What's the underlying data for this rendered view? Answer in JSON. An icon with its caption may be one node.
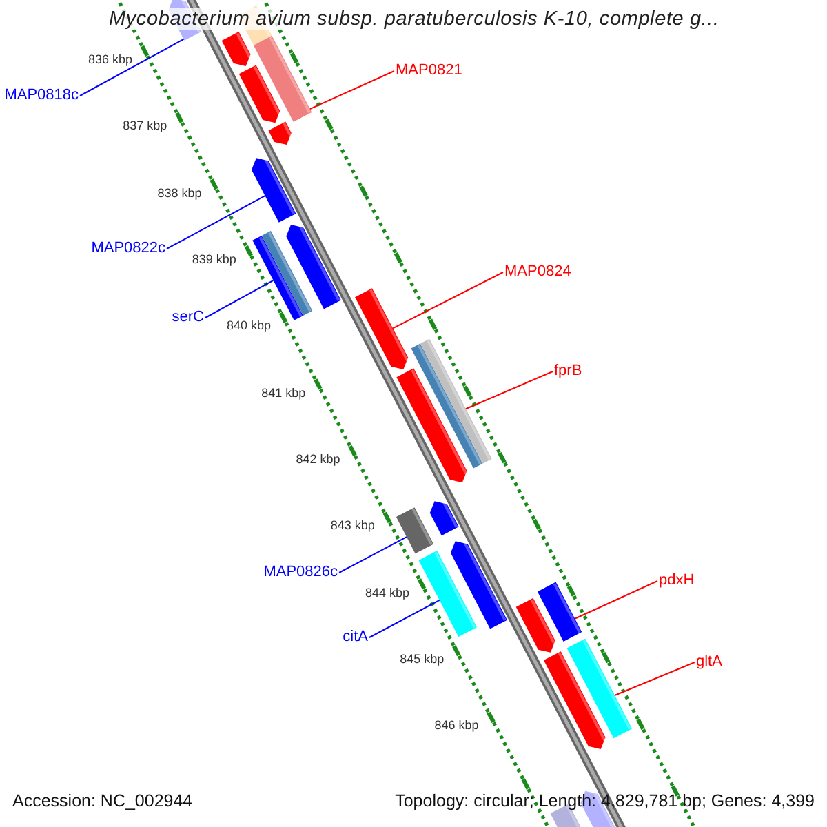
{
  "diagram": {
    "title": "Mycobacterium avium subsp. paratuberculosis K-10, complete g...",
    "nodes": [
      {
        "text": [
          "MAP0821"
        ]
      },
      {
        "text": [
          "MAP0818c"
        ]
      },
      {
        "text": [
          "MAP0822c"
        ]
      },
      {
        "text": [
          "MAP0824"
        ]
      },
      {
        "text": [
          "serC"
        ]
      },
      {
        "text": [
          "fprB"
        ]
      },
      {
        "text": [
          "MAP0826c"
        ]
      },
      {
        "text": [
          "pdxH"
        ]
      },
      {
        "text": [
          "citA"
        ]
      },
      {
        "text": [
          "gltA"
        ]
      },
      {
        "text": [],
        "shape": "bar"
      },
      {
        "text": [],
        "shape": "bar"
      },
      {
        "text": [],
        "shape": "bar"
      },
      {
        "text": [],
        "shape": "bar"
      },
      {
        "text": [],
        "shape": "bar"
      },
      {
        "text": [],
        "shape": "bar"
      },
      {
        "text": [],
        "shape": "bar"
      },
      {
        "text": [],
        "shape": "bar"
      },
      {
        "text": [],
        "shape": "bar"
      },
      {
        "text": [],
        "shape": "bar"
      },
      {
        "text": [],
        "shape": "bar"
      },
      {
        "text": [],
        "shape": "bar"
      },
      {
        "text": [],
        "shape": "bar"
      },
      {
        "text": [],
        "shape": "bar"
      },
      {
        "text": [],
        "shape": "bar"
      },
      {
        "text": [],
        "shape": "bar"
      },
      {
        "text": [],
        "shape": "bar"
      },
      {
        "text": [],
        "shape": "bar"
      },
      {
        "text": [],
        "shape": "bar"
      },
      {
        "text": [],
        "shape": "bar"
      },
      {
        "text": [],
        "shape": "bar"
      },
      {
        "text": [],
        "shape": "bar"
      }
    ],
    "edges": [
      {
        "from": 0,
        "to": 24,
        "arrow": "none",
        "color": "#ff0000"
      },
      {
        "from": 1,
        "to": 10,
        "arrow": "none",
        "color": "#0000ff"
      },
      {
        "from": 2,
        "to": 11,
        "arrow": "none",
        "color": "#0000ff"
      },
      {
        "from": 3,
        "to": 25,
        "arrow": "none",
        "color": "#ff0000"
      },
      {
        "from": 4,
        "to": 13,
        "arrow": "none",
        "color": "#0000ff"
      },
      {
        "from": 5,
        "to": 27,
        "arrow": "none",
        "color": "#ff0000"
      },
      {
        "from": 6,
        "to": 14,
        "arrow": "none",
        "color": "#0000ff"
      },
      {
        "from": 7,
        "to": 29,
        "arrow": "none",
        "color": "#ff0000"
      },
      {
        "from": 8,
        "to": 16,
        "arrow": "none",
        "color": "#0000ff"
      },
      {
        "from": 9,
        "to": 31,
        "arrow": "none",
        "color": "#ff0000"
      }
    ],
    "labels": [
      "836 kbp",
      "837 kbp",
      "838 kbp",
      "839 kbp",
      "840 kbp",
      "841 kbp",
      "842 kbp",
      "843 kbp",
      "844 kbp",
      "845 kbp",
      "846 kbp",
      "Accession: NC_002944",
      "Topology: circular; Length: 4,829,781 bp; Genes: 4,399"
    ]
  }
}
